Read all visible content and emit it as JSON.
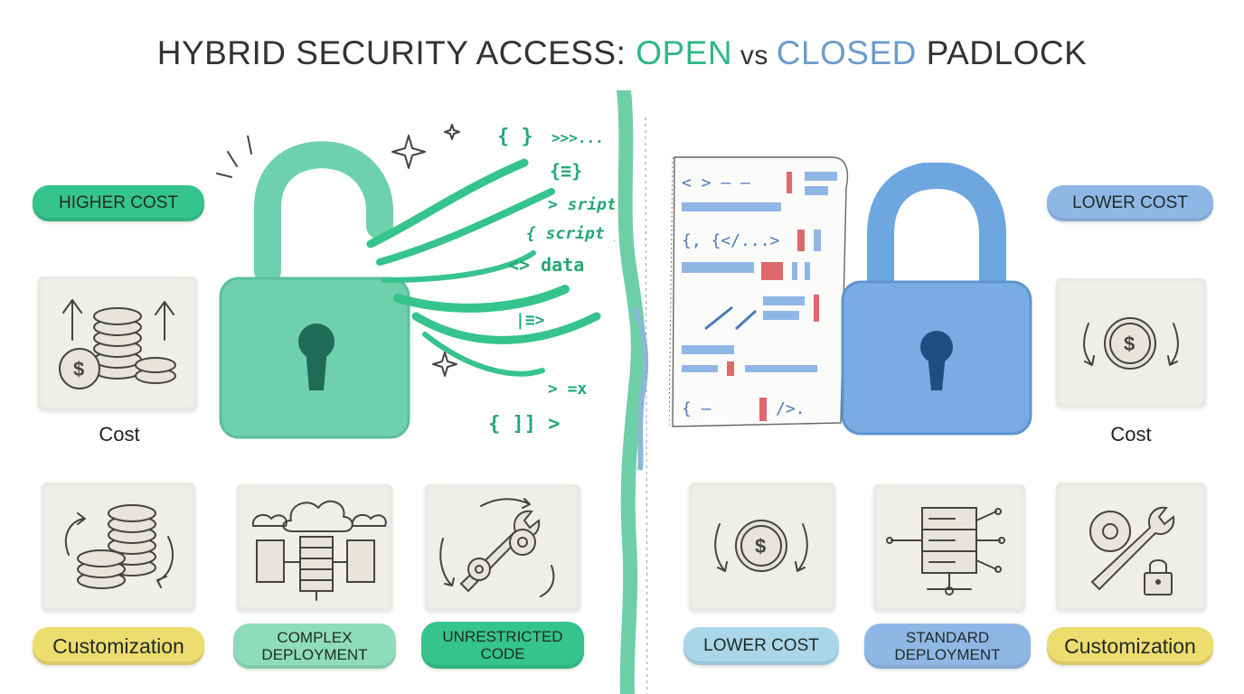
{
  "title": {
    "prefix": "HYBRID SECURITY ACCESS: ",
    "open_word": "OPEN",
    "vs_word": " vs ",
    "closed_word": "CLOSED",
    "suffix": " PADLOCK"
  },
  "left": {
    "cost_badge": "HIGHER COST",
    "cost_caption": "Cost",
    "customization_label": "Customization",
    "deployment_label_line1": "COMPLEX",
    "deployment_label_line2": "DEPLOYMENT",
    "code_label_line1": "UNRESTRICTED",
    "code_label_line2": "CODE",
    "code_stream": [
      "{ }",
      ">>>...",
      "{≡}",
      "> sript",
      "{ script }",
      "<> data",
      "|≡>",
      "> =x",
      "{ ]] >"
    ]
  },
  "right": {
    "cost_badge": "LOWER COST",
    "cost_caption": "Cost",
    "cost_label": "LOWER COST",
    "deployment_label_line1": "STANDARD",
    "deployment_label_line2": "DEPLOYMENT",
    "customization_label": "Customization",
    "code_fragments": [
      "< > — —",
      "{, {</...>",
      "{ —",
      "/>."
    ]
  },
  "colors": {
    "open_green": "#2fb787",
    "closed_blue": "#6c9ccc",
    "pill_green": "#35c38e",
    "pill_mint": "#8fdcbc",
    "pill_blue": "#8fb7e6",
    "pill_lightblue": "#a9d6e8",
    "pill_yellow": "#eddc6e",
    "accent_red": "#e0686b"
  },
  "icons": [
    "coins-up-icon",
    "coin-down-icon",
    "coins-cycle-icon",
    "cloud-servers-icon",
    "wrench-gears-icon",
    "coin-down-small-icon",
    "server-network-icon",
    "wrench-lock-icon",
    "open-padlock-icon",
    "closed-padlock-icon"
  ]
}
